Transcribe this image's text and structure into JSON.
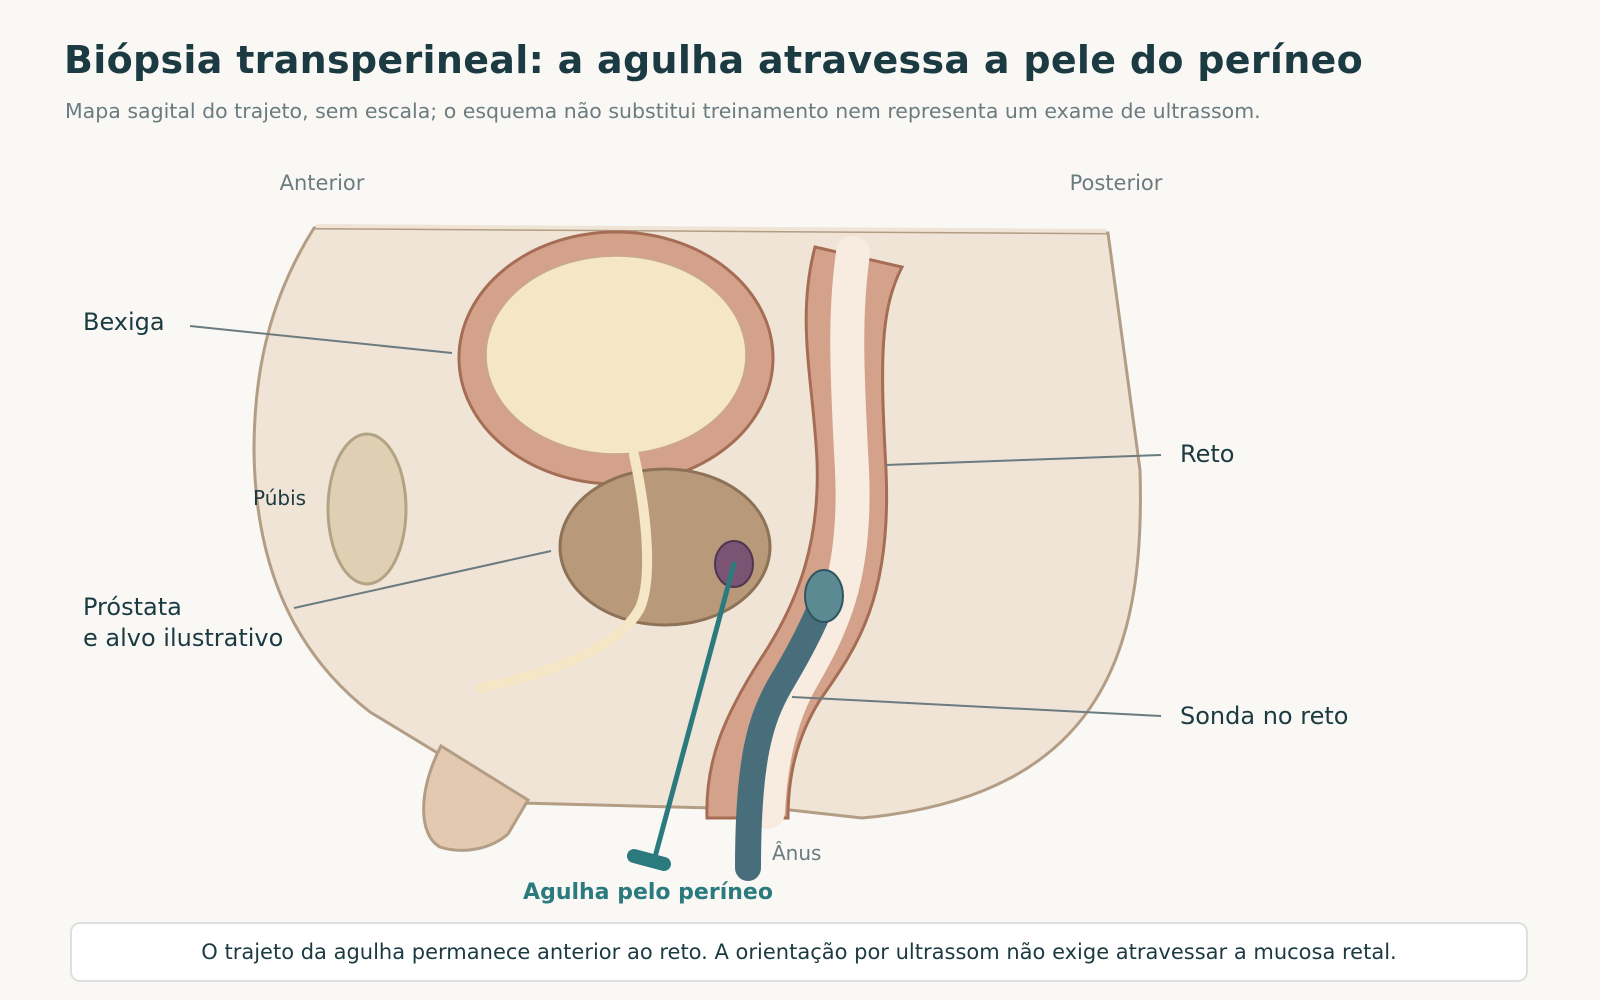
{
  "header": {
    "title": "Biópsia transperineal: a agulha atravessa a pele do períneo",
    "subtitle": "Mapa sagital do trajeto, sem escala; o esquema não substitui treinamento nem representa um exame de ultrassom."
  },
  "orientation": {
    "anterior": "Anterior",
    "posterior": "Posterior"
  },
  "labels": {
    "bladder": "Bexiga",
    "pubis": "Púbis",
    "prostate_line1": "Próstata",
    "prostate_line2": "e alvo ilustrativo",
    "rectum": "Reto",
    "probe": "Sonda no reto",
    "anus": "Ânus",
    "needle": "Agulha pelo períneo"
  },
  "footer_note": "O trajeto da agulha permanece anterior ao reto. A orientação por ultrassom não exige atravessar a mucosa retal.",
  "colors": {
    "body": "#efe4d5",
    "body_outline": "#b39d85",
    "bladder_wall": "#d4a28a",
    "bladder_fill": "#f5e7c6",
    "prostate": "#b89a7a",
    "target": "#7b5474",
    "rectum_wall": "#d4a28a",
    "rectum_lumen": "#f8ebe0",
    "probe": "#476e7a",
    "needle": "#2b7a7e",
    "pubis": "#dfd0b3",
    "urethra": "#f5e7c6"
  }
}
